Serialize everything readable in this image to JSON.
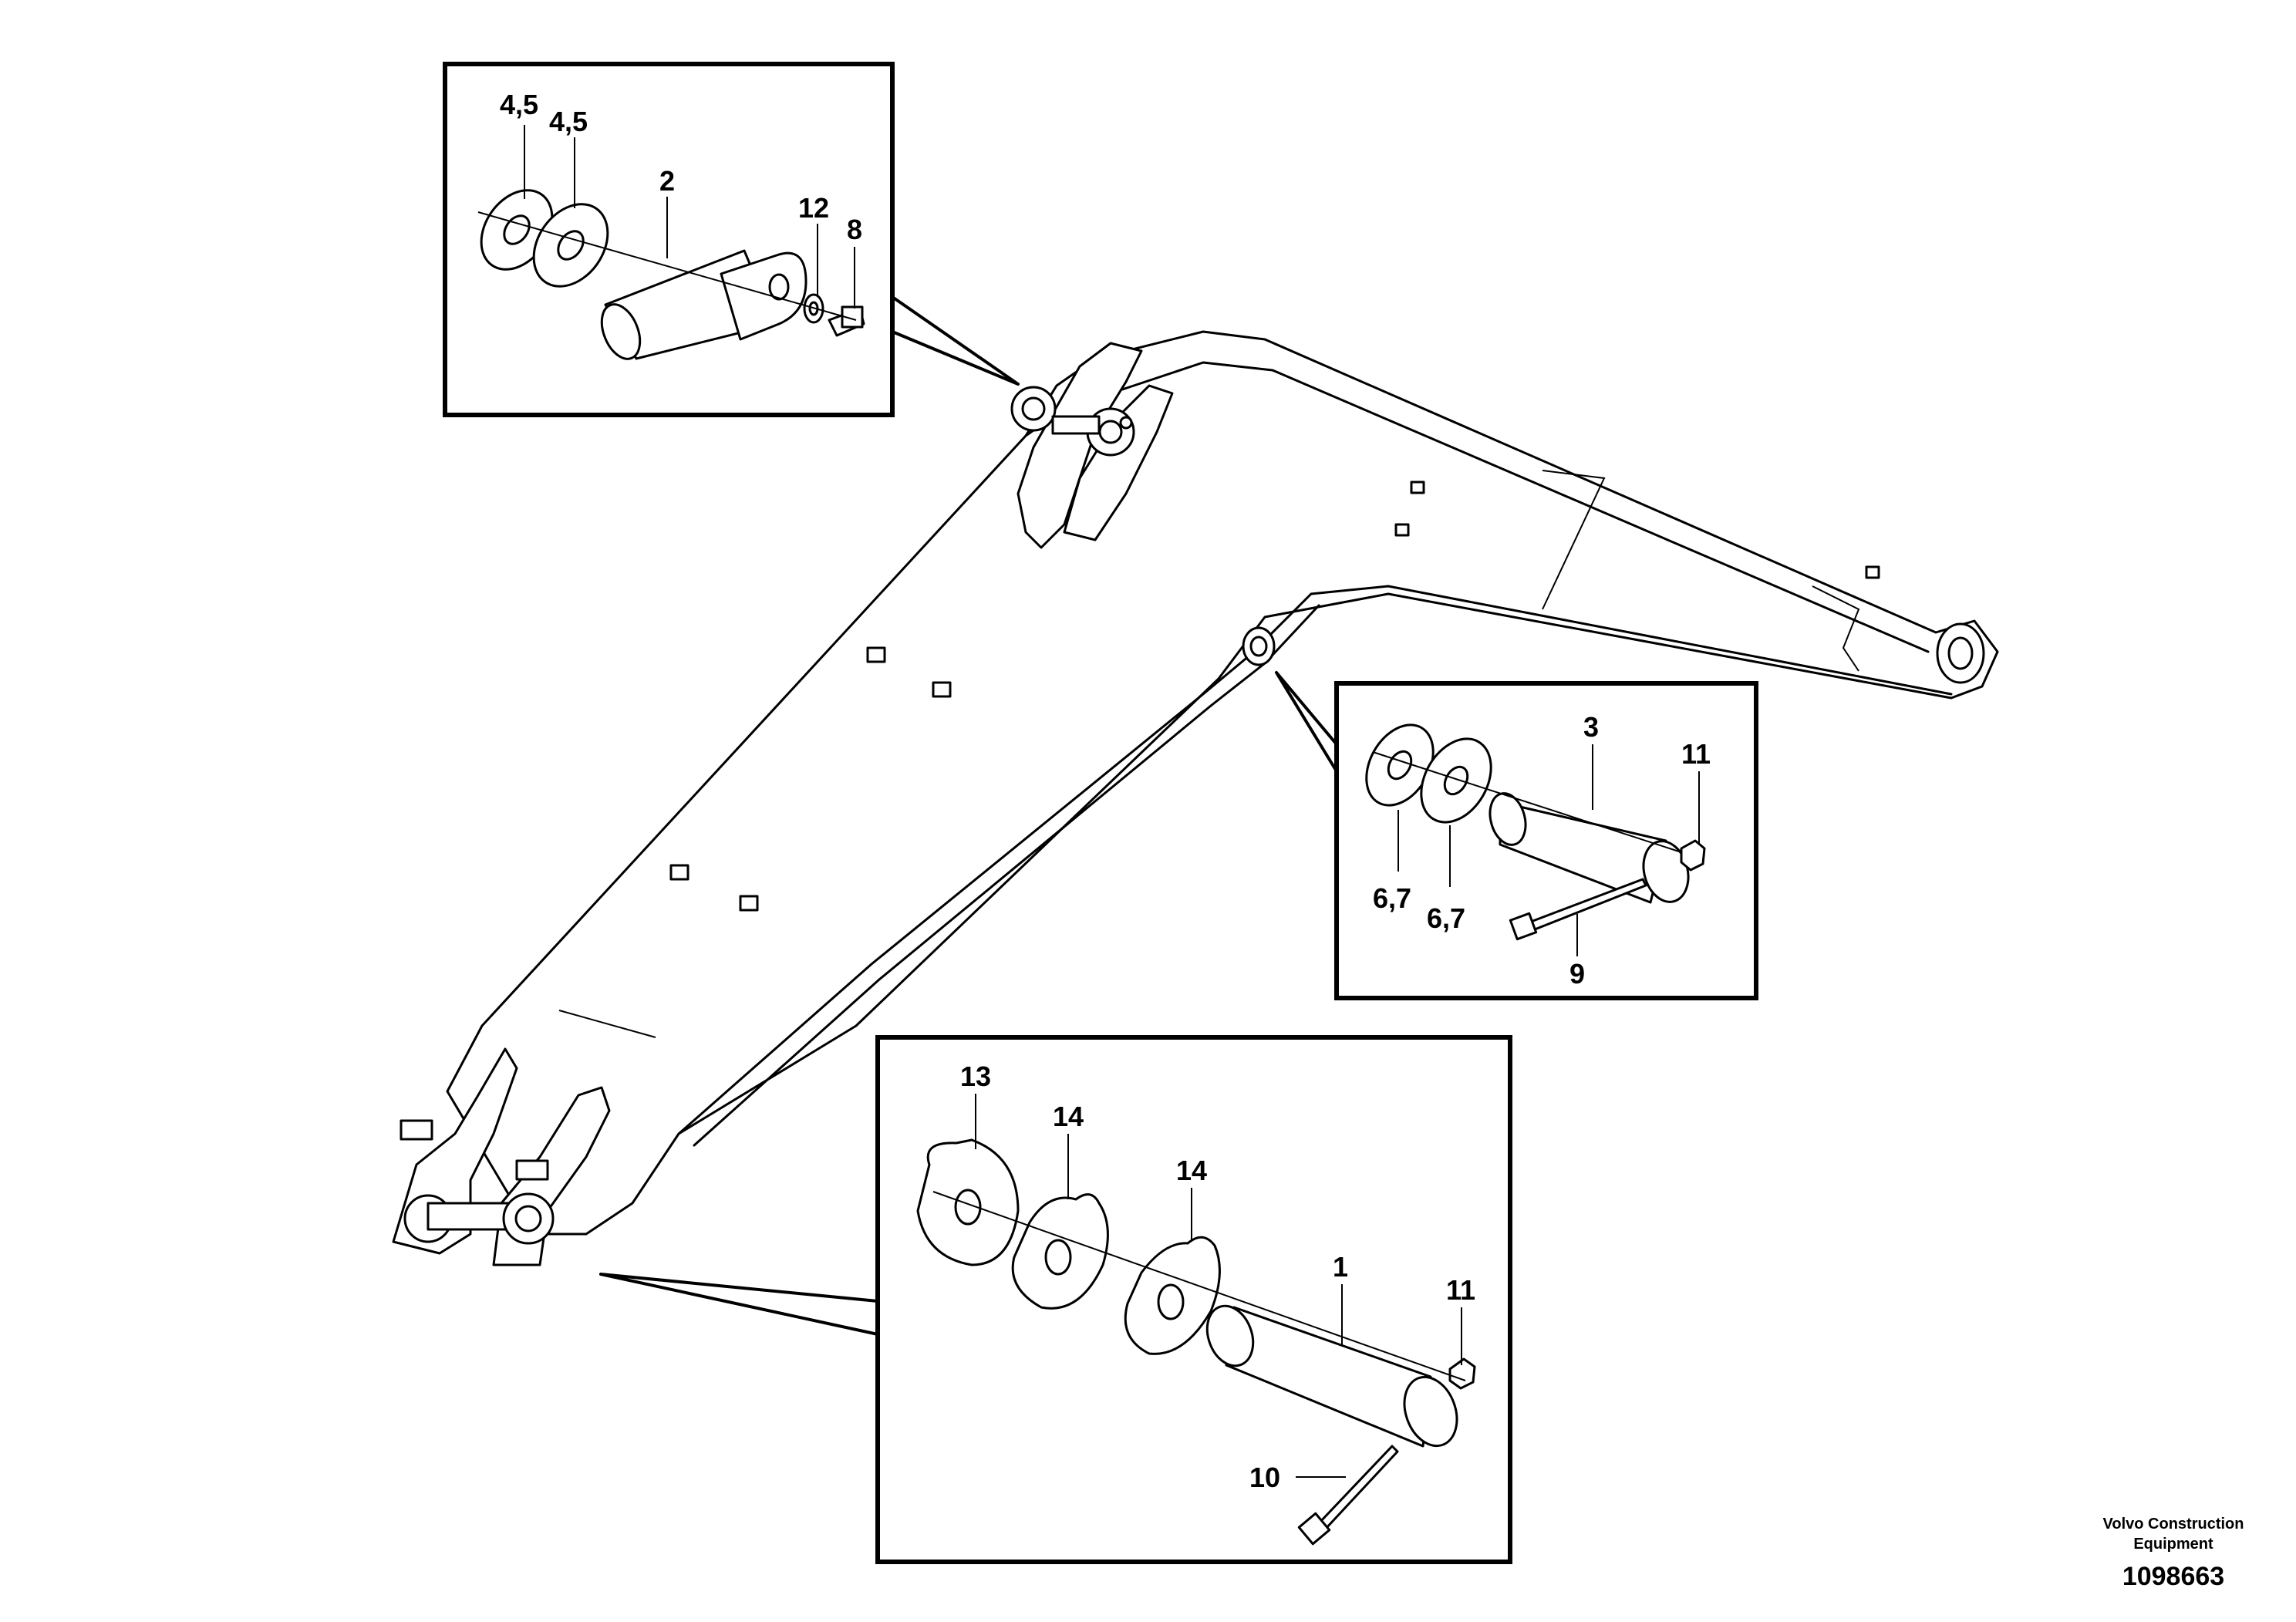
{
  "diagram": {
    "title": "",
    "detail_top": {
      "labels": [
        "4,5",
        "4,5",
        "2",
        "12",
        "8"
      ]
    },
    "detail_right": {
      "labels": [
        "3",
        "11",
        "6,7",
        "6,7",
        "9"
      ]
    },
    "detail_bottom": {
      "labels": [
        "13",
        "14",
        "14",
        "1",
        "11",
        "10"
      ]
    }
  },
  "footer": {
    "company_line1": "Volvo Construction",
    "company_line2": "Equipment",
    "document_number": "1098663"
  }
}
